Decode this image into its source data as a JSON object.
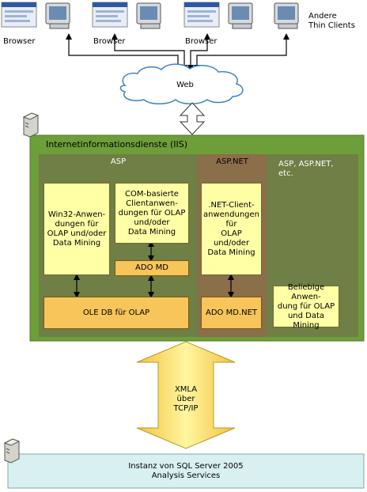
{
  "clients": {
    "browser_1": "Browser",
    "browser_2": "Browser",
    "browser_3": "Browser",
    "thin_clients": "Andere\nThin Clients"
  },
  "web": {
    "label": "Web"
  },
  "iis": {
    "title": "Internetinformationsdienste (IIS)"
  },
  "asp": {
    "header": "ASP",
    "win32": "Win32-Anwen-\ndungen für\nOLAP und/oder\nData Mining",
    "com": "COM-basierte\nClientanwen-\ndungen für OLAP\nund/oder\nData Mining",
    "ado_md": "ADO MD",
    "ole_db": "OLE DB für OLAP"
  },
  "aspnet": {
    "header": "ASP.NET",
    "net_client": ".NET-Client-\nanwendungen\nfür\nOLAP\nund/oder\nData Mining",
    "ado_md_net": "ADO MD.NET"
  },
  "other": {
    "header": "ASP, ASP.NET,\netc.",
    "any_app": "Beliebige Anwen-\ndung für OLAP\nund Data Mining"
  },
  "protocol": {
    "label": "XMLA\nüber\nTCP/IP"
  },
  "server": {
    "label": "Instanz von SQL Server 2005\nAnalysis Services"
  },
  "colors": {
    "iis_green": "#6e9e3a",
    "panel_olive": "#6f7f45",
    "aspnet_brown": "#8b6e4a",
    "box_yellow": "#ffffa6",
    "box_orange": "#f7c55a",
    "server_blue": "#d9f0f0"
  }
}
